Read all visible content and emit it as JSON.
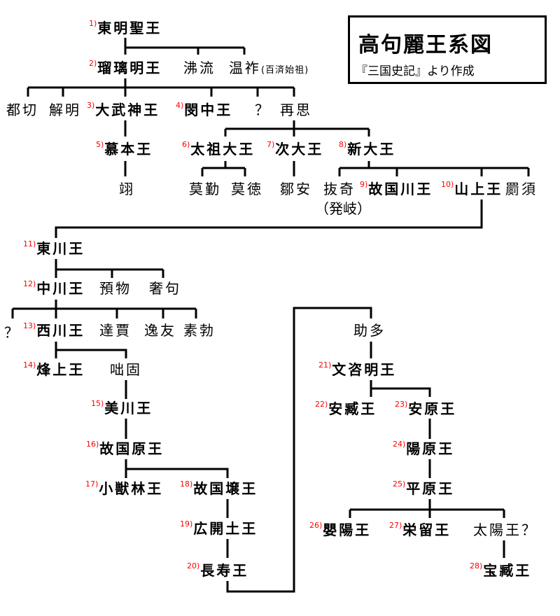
{
  "title": "高句麗王系図",
  "subtitle": "『三国史記』より作成",
  "kings": [
    {
      "num": "1)",
      "name": "東明聖王"
    },
    {
      "num": "2)",
      "name": "瑠璃明王"
    },
    {
      "num": "3)",
      "name": "大武神王"
    },
    {
      "num": "4)",
      "name": "閔中王"
    },
    {
      "num": "5)",
      "name": "慕本王"
    },
    {
      "num": "6)",
      "name": "太祖大王"
    },
    {
      "num": "7)",
      "name": "次大王"
    },
    {
      "num": "8)",
      "name": "新大王"
    },
    {
      "num": "9)",
      "name": "故国川王"
    },
    {
      "num": "10)",
      "name": "山上王"
    },
    {
      "num": "11)",
      "name": "東川王"
    },
    {
      "num": "12)",
      "name": "中川王"
    },
    {
      "num": "13)",
      "name": "西川王"
    },
    {
      "num": "14)",
      "name": "烽上王"
    },
    {
      "num": "15)",
      "name": "美川王"
    },
    {
      "num": "16)",
      "name": "故国原王"
    },
    {
      "num": "17)",
      "name": "小獣林王"
    },
    {
      "num": "18)",
      "name": "故国壌王"
    },
    {
      "num": "19)",
      "name": "広開土王"
    },
    {
      "num": "20)",
      "name": "長寿王"
    },
    {
      "num": "21)",
      "name": "文咨明王"
    },
    {
      "num": "22)",
      "name": "安臧王"
    },
    {
      "num": "23)",
      "name": "安原王"
    },
    {
      "num": "24)",
      "name": "陽原王"
    },
    {
      "num": "25)",
      "name": "平原王"
    },
    {
      "num": "26)",
      "name": "嬰陽王"
    },
    {
      "num": "27)",
      "name": "栄留王"
    },
    {
      "num": "28)",
      "name": "宝臧王"
    }
  ],
  "others": {
    "biryu": "沸流",
    "onjo": "温祚",
    "onjo_note": "(百済始祖)",
    "dojeol": "都切",
    "haemyeong": "解明",
    "unknown1": "？",
    "jaesa": "再思",
    "ik": "翊",
    "mageun": "莫勤",
    "madeok": "莫徳",
    "chuan": "鄒安",
    "balgi": "抜奇",
    "balgi_alt": "（発岐）",
    "gyesu": "罽須",
    "yemul": "預物",
    "sagu": "奢句",
    "unknown2": "？",
    "dalga": "達賈",
    "ilu": "逸友",
    "sobal": "素勃",
    "dolgo": "咄固",
    "jodа": "",
    "joda": "助多",
    "taeyang": "太陽王？"
  }
}
